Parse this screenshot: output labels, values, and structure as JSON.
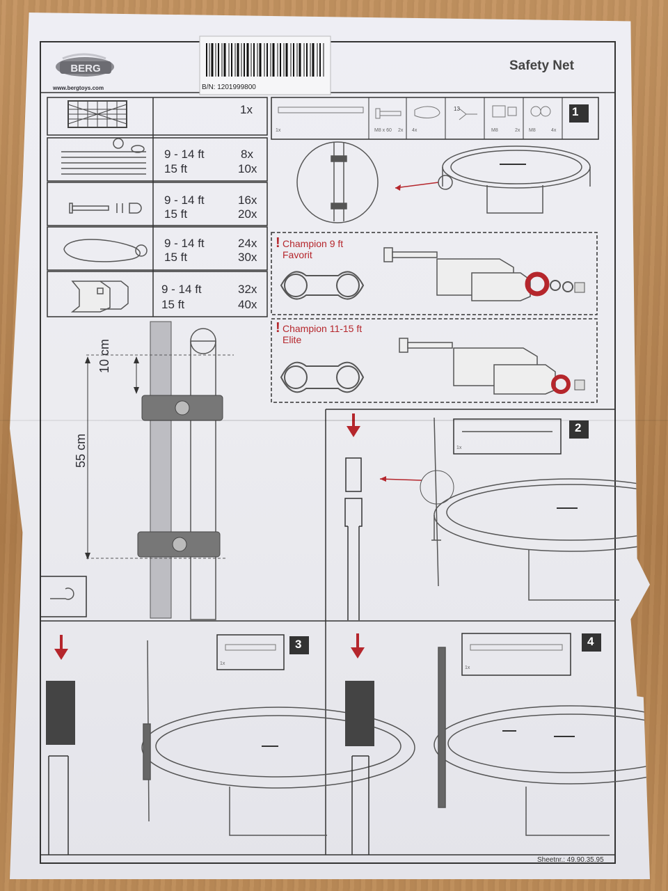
{
  "header": {
    "brand_url": "www.bergtoys.com",
    "title": "Safety Net",
    "barcode_label": "B/N: 1201999800"
  },
  "parts": [
    {
      "name": "net",
      "rows": [
        {
          "size": "",
          "qty": "1x"
        }
      ]
    },
    {
      "name": "poles",
      "rows": [
        {
          "size": "9 - 14 ft",
          "qty": "8x"
        },
        {
          "size": "15 ft",
          "qty": "10x"
        }
      ]
    },
    {
      "name": "bolts",
      "rows": [
        {
          "size": "9 - 14 ft",
          "qty": "16x"
        },
        {
          "size": "15 ft",
          "qty": "20x"
        }
      ]
    },
    {
      "name": "straps",
      "rows": [
        {
          "size": "9 - 14 ft",
          "qty": "24x"
        },
        {
          "size": "15 ft",
          "qty": "30x"
        }
      ]
    },
    {
      "name": "clamps",
      "rows": [
        {
          "size": "9 - 14 ft",
          "qty": "32x"
        },
        {
          "size": "15 ft",
          "qty": "40x"
        }
      ]
    }
  ],
  "step1": {
    "number": "1",
    "parts_labels": [
      "1x",
      "M8 x 60",
      "2x",
      "4x",
      "13",
      "M8",
      "2x",
      "M8",
      "4x"
    ],
    "variant_a": {
      "line1": "Champion 9 ft",
      "line2": "Favorit"
    },
    "variant_b": {
      "line1": "Champion  11-15 ft",
      "line2": "Elite"
    }
  },
  "dimensions": {
    "top": "10 cm",
    "overall": "55 cm"
  },
  "step2": {
    "number": "2",
    "qty": "1x"
  },
  "step3": {
    "number": "3",
    "qty": "1x"
  },
  "step4": {
    "number": "4",
    "qty": "1x"
  },
  "footer": {
    "sheet": "Sheetnr.: 49.90.35.95"
  },
  "colors": {
    "accent_red": "#b5262c",
    "ink": "#2d2d33",
    "paper": "#ececf0"
  }
}
